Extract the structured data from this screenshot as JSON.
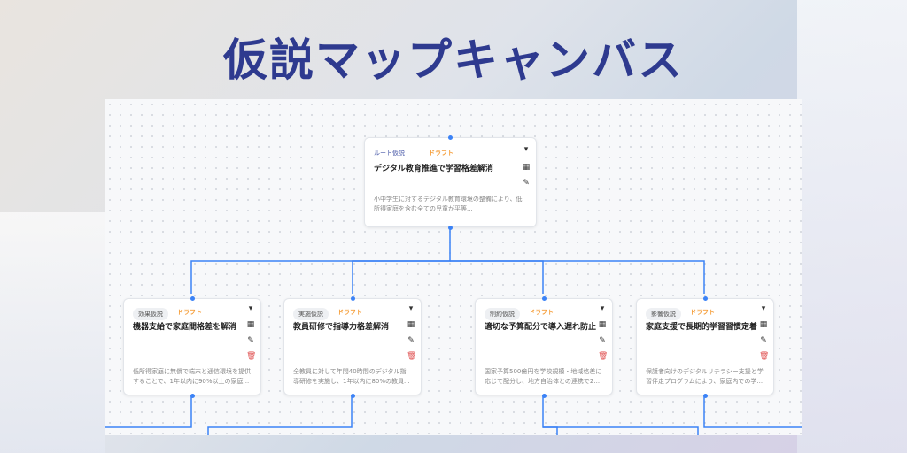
{
  "title": "仮説マップキャンバス",
  "colors": {
    "title": "#2e3a8f",
    "edge": "#3b82f6",
    "draft": "#f59e3a",
    "delete": "#e05353"
  },
  "root": {
    "type": "ルート仮説",
    "status": "ドラフト",
    "title": "デジタル教育推進で学習格差解消",
    "desc": "小中学生に対するデジタル教育環境の整備により、低所得家庭を含む全ての児童が平等..."
  },
  "children": [
    {
      "type": "効果仮説",
      "status": "ドラフト",
      "title": "機器支給で家庭間格差を解消",
      "desc": "低所得家庭に無償で端末と通信環境を提供することで、1年以内に90%以上の家庭..."
    },
    {
      "type": "実施仮説",
      "status": "ドラフト",
      "title": "教員研修で指導力格差解消",
      "desc": "全教員に対して年間40時間のデジタル指導研修を実施し、1年以内に80%の教員..."
    },
    {
      "type": "制約仮説",
      "status": "ドラフト",
      "title": "適切な予算配分で導入遅れ防止",
      "desc": "国家予算500億円を学校規模・地域格差に応じて配分し、地方自治体との連携で2..."
    },
    {
      "type": "影響仮説",
      "status": "ドラフト",
      "title": "家庭支援で長期的学習習慣定着",
      "desc": "保護者向けのデジタルリテラシー支援と学習伴走プログラムにより、家庭内での学..."
    }
  ],
  "icons": {
    "expand": "chevron-down-icon",
    "table": "table-icon",
    "edit": "edit-icon",
    "delete": "trash-icon"
  }
}
